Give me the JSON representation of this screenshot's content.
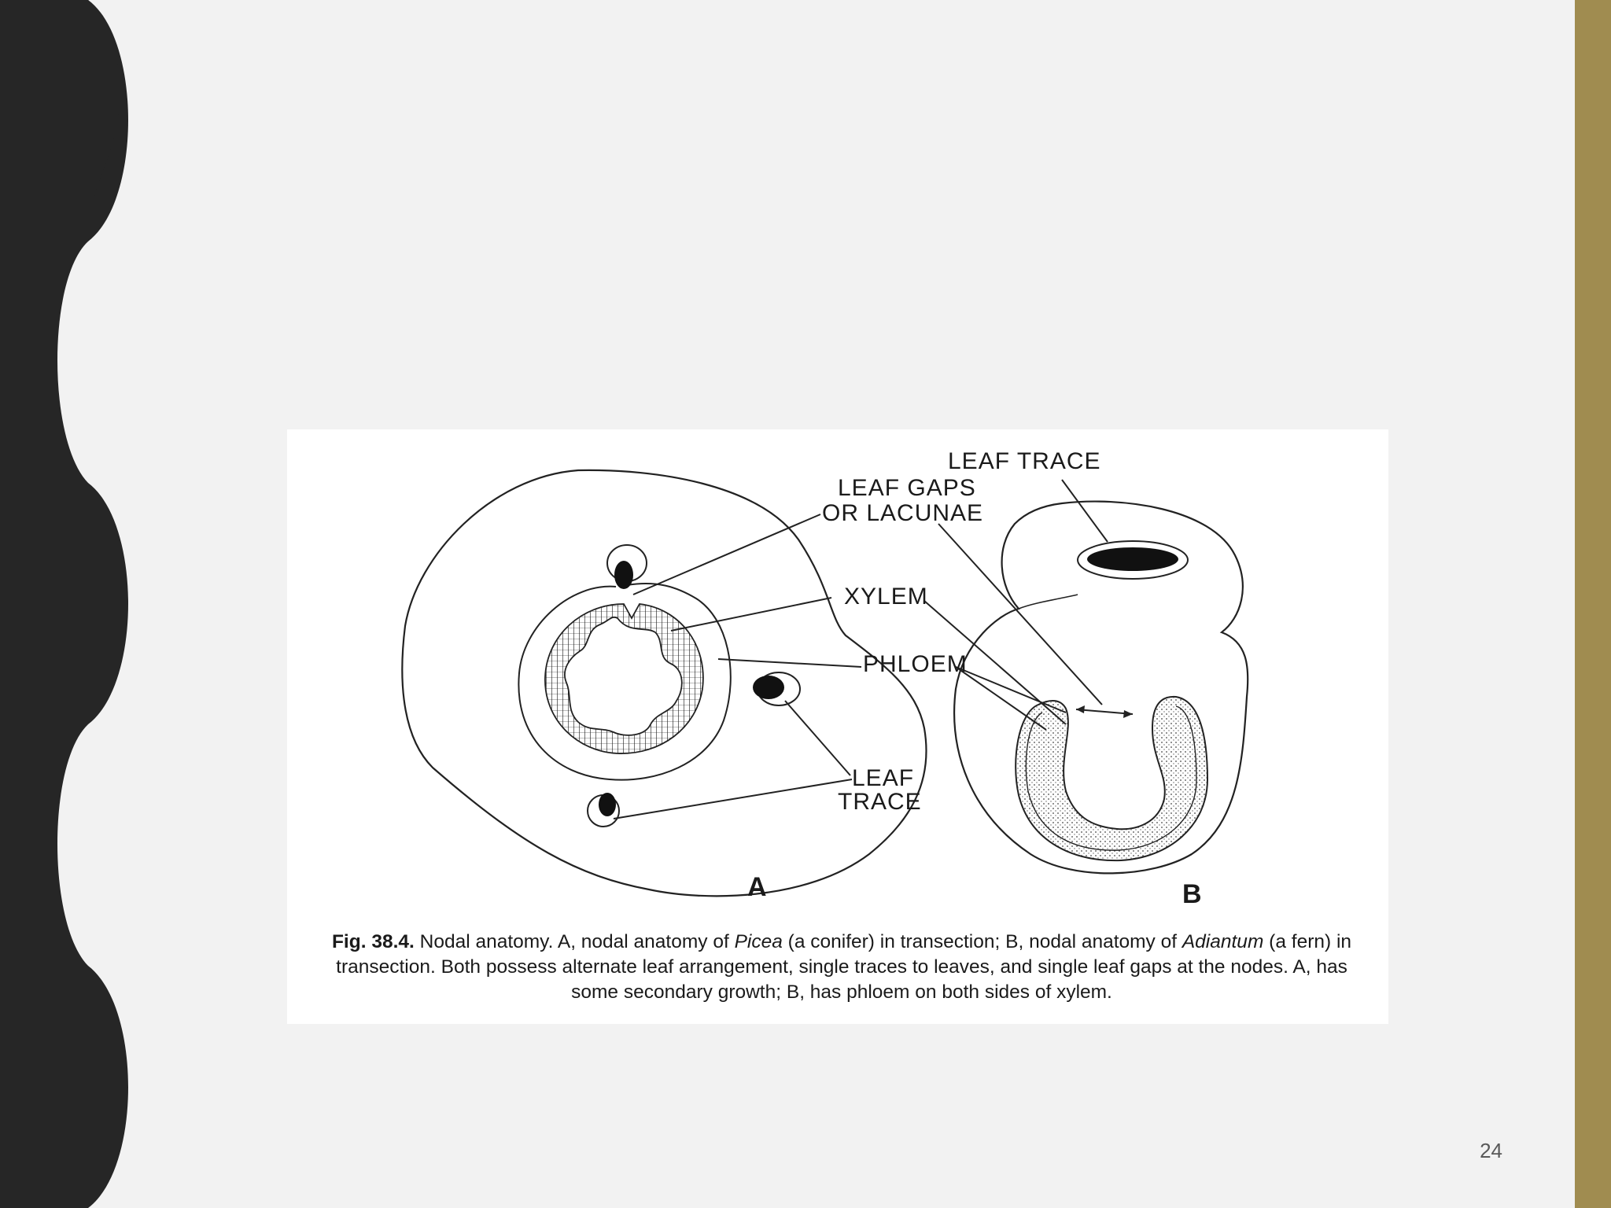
{
  "slide": {
    "page_number": "24",
    "colors": {
      "background": "#f2f2f2",
      "left_band": "#262626",
      "right_bar": "#a08c50"
    }
  },
  "figure": {
    "panel_labels": {
      "a": "A",
      "b": "B"
    },
    "labels": {
      "leaf_trace_top": "LEAF TRACE",
      "leaf_gaps_line1": "LEAF GAPS",
      "leaf_gaps_line2": "OR LACUNAE",
      "xylem": "XYLEM",
      "phloem": "PHLOEM",
      "leaf_trace_line1": "LEAF",
      "leaf_trace_line2": "TRACE"
    },
    "caption": {
      "fig_number": "Fig. 38.4.",
      "part1": " Nodal anatomy. A, nodal anatomy of ",
      "genus1": "Picea",
      "part2": " (a conifer) in transection; B, nodal anatomy of ",
      "genus2": "Adiantum",
      "part3": " (a fern) in transection. Both possess alternate leaf arrangement, single traces to leaves, and single leaf gaps at the nodes. A, has some secondary growth; B, has phloem on both sides of xylem."
    }
  }
}
